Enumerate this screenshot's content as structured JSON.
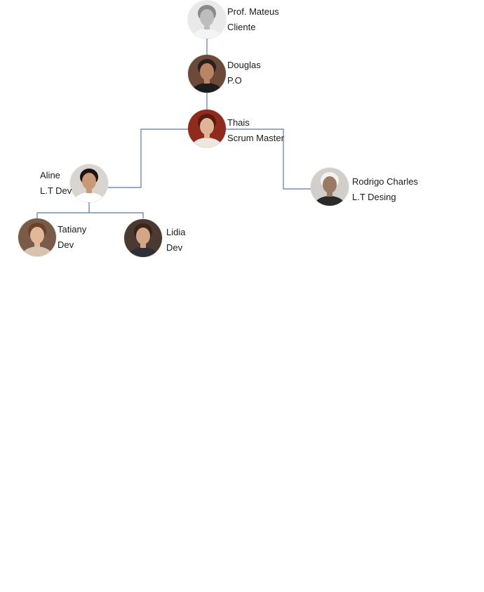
{
  "members": [
    {
      "id": "mateus",
      "name": "Prof. Mateus",
      "role": "Cliente",
      "avatar": "person-photo-icon",
      "colors": {
        "bg": "#e9e9e9",
        "skin": "#bdbdbd",
        "hair": "#8a8a8a",
        "shirt": "#f4f4f4"
      }
    },
    {
      "id": "douglas",
      "name": "Douglas",
      "role": "P.O",
      "avatar": "person-photo-icon",
      "colors": {
        "bg": "#6b4a3a",
        "skin": "#b98565",
        "hair": "#2a1f1a",
        "shirt": "#1c1c1c"
      }
    },
    {
      "id": "thais",
      "name": "Thais",
      "role": "Scrum Master",
      "avatar": "person-photo-icon",
      "colors": {
        "bg": "#8e2a1e",
        "skin": "#e0b496",
        "hair": "#5a1a10",
        "shirt": "#f0e6e0"
      }
    },
    {
      "id": "aline",
      "name": "Aline",
      "role": "L.T Dev",
      "avatar": "person-photo-icon",
      "colors": {
        "bg": "#d8d4cf",
        "skin": "#c99878",
        "hair": "#1c1410",
        "shirt": "#ffffff"
      }
    },
    {
      "id": "rodrigo",
      "name": "Rodrigo Charles",
      "role": "L.T Desing",
      "avatar": "person-photo-icon",
      "colors": {
        "bg": "#d2cfca",
        "skin": "#9a7a64",
        "hair": "#f2f2f2",
        "shirt": "#2a2a2a"
      }
    },
    {
      "id": "tatiany",
      "name": "Tatiany",
      "role": "Dev",
      "avatar": "person-photo-icon",
      "colors": {
        "bg": "#7a5a48",
        "skin": "#e2b89a",
        "hair": "#6b4226",
        "shirt": "#d8c2b0"
      }
    },
    {
      "id": "lidia",
      "name": "Lidia",
      "role": "Dev",
      "avatar": "person-photo-icon",
      "colors": {
        "bg": "#4a3a32",
        "skin": "#d4a688",
        "hair": "#3a2418",
        "shirt": "#2f2f3a"
      }
    }
  ],
  "connector_color": "#5a78a8"
}
